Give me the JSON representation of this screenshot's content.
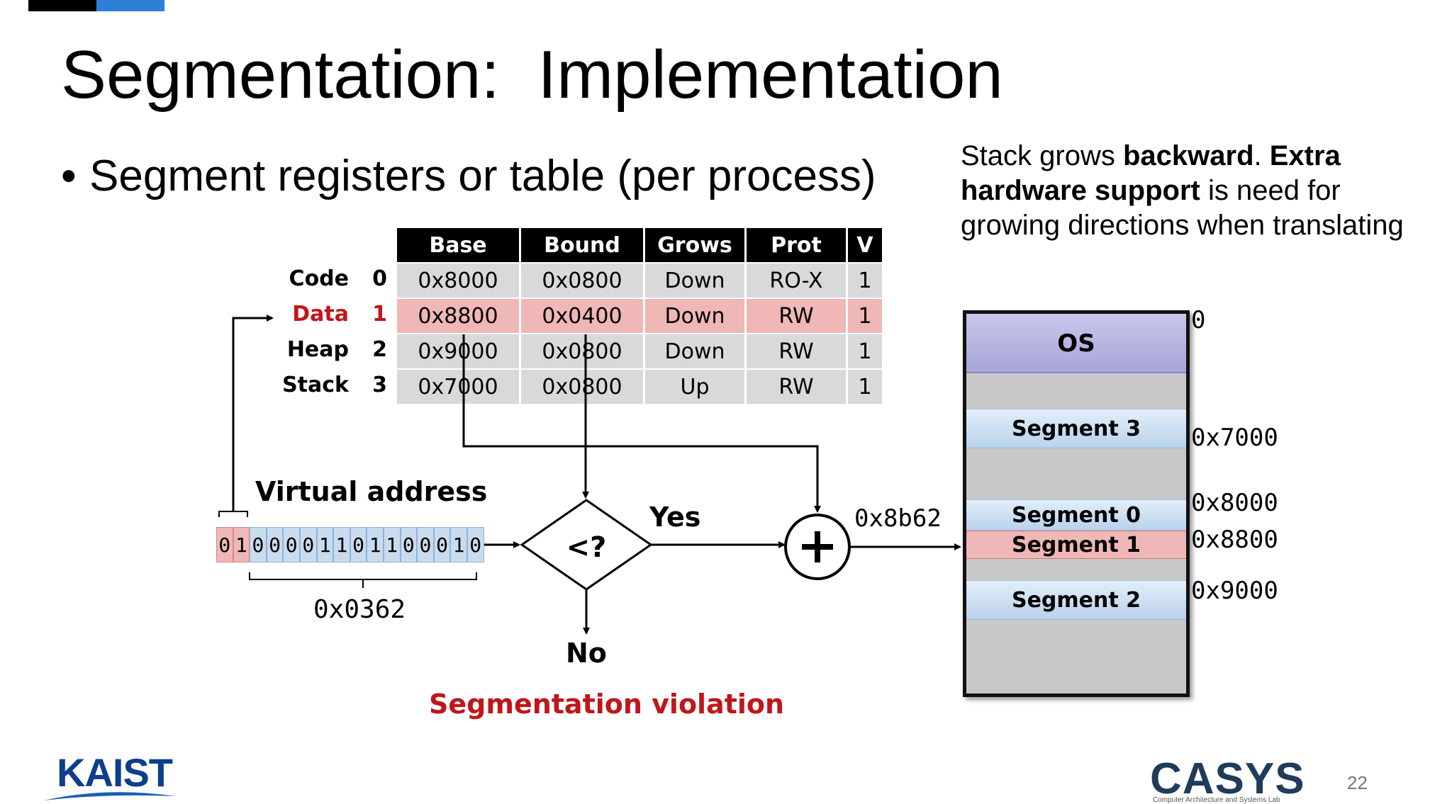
{
  "slide": {
    "title": "Segmentation:  Implementation",
    "bullet": "Segment registers or table (per process)",
    "note_parts": [
      "Stack grows ",
      "backward",
      ". ",
      "Extra hardware support",
      " is need for growing directions when translating"
    ],
    "page_number": "22"
  },
  "table": {
    "headers": [
      "Base",
      "Bound",
      "Grows",
      "Prot",
      "V"
    ],
    "rows": [
      {
        "name": "Code",
        "index": "0",
        "base": "0x8000",
        "bound": "0x0800",
        "grows": "Down",
        "prot": "RO-X",
        "v": "1"
      },
      {
        "name": "Data",
        "index": "1",
        "base": "0x8800",
        "bound": "0x0400",
        "grows": "Down",
        "prot": "RW",
        "v": "1"
      },
      {
        "name": "Heap",
        "index": "2",
        "base": "0x9000",
        "bound": "0x0800",
        "grows": "Down",
        "prot": "RW",
        "v": "1"
      },
      {
        "name": "Stack",
        "index": "3",
        "base": "0x7000",
        "bound": "0x0800",
        "grows": "Up",
        "prot": "RW",
        "v": "1"
      }
    ],
    "highlight_color": "#c0161b"
  },
  "translation": {
    "virtual_address_label": "Virtual address",
    "bits": [
      "0",
      "1",
      "0",
      "0",
      "0",
      "0",
      "1",
      "1",
      "0",
      "1",
      "1",
      "0",
      "0",
      "0",
      "1",
      "0"
    ],
    "offset": "0x0362",
    "compare": "<?",
    "yes": "Yes",
    "no": "No",
    "violation": "Segmentation violation",
    "physical_address": "0x8b62"
  },
  "memory": {
    "os": "OS",
    "segments": [
      "Segment 3",
      "Segment 0",
      "Segment 1",
      "Segment 2"
    ],
    "addresses": [
      "0",
      "0x7000",
      "0x8000",
      "0x8800",
      "0x9000"
    ]
  },
  "logos": {
    "left": "KAIST",
    "right": "CASYS",
    "right_sub": "Computer Architecture and Systems Lab"
  }
}
